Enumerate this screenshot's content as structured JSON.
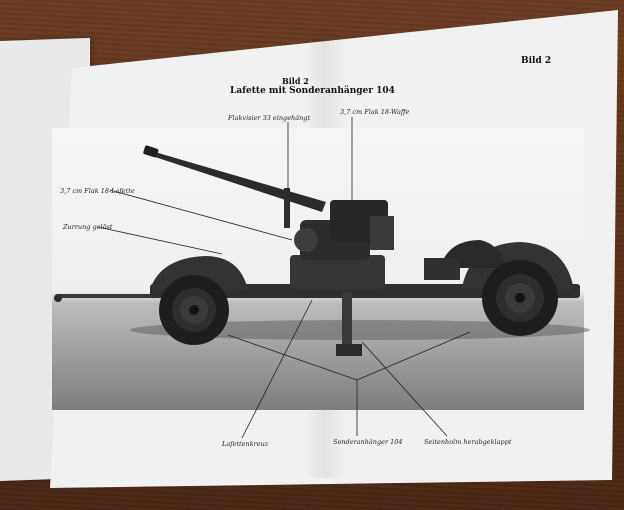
{
  "book": {
    "corner_label": "Bild 2",
    "figure_number": "Bild 2",
    "figure_title": "Lafette mit Sonderanhänger 104"
  },
  "labels": {
    "flakvisier": "Flakvisier 33 eingehängt",
    "flak_waffe": "3,7 cm Flak 18-Waffe",
    "flak_lafette": "3,7 cm Flak 18-Lafette",
    "zurrung": "Zurrung gelöst",
    "lafettenkreuz": "Lafettenkreuz",
    "sonderanhaenger": "Sonderanhänger 104",
    "seitenholm": "Seitenholm herabgeklappt"
  }
}
